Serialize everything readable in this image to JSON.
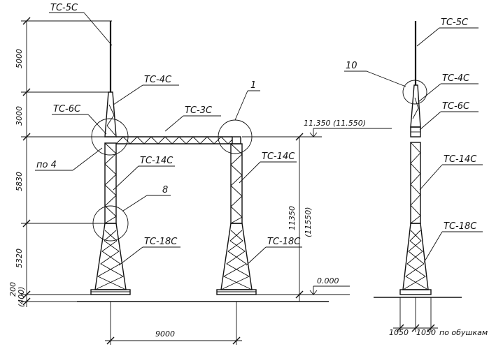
{
  "labels": {
    "tc5c_left": "ТС-5С",
    "tc4c_left": "ТС-4С",
    "tc6c_left": "ТС-6С",
    "tc3c": "ТС-3С",
    "callout_1": "1",
    "elev_top": "11.350 (11.550)",
    "po4": "по 4",
    "tc14c_left": "ТС-14С",
    "tc14c_mid": "ТС-14С",
    "callout_8": "8",
    "tc18c_left": "ТС-18С",
    "tc18c_mid": "ТС-18С",
    "elev_zero": "0.000",
    "callout_10": "10",
    "tc5c_right": "ТС-5С",
    "tc4c_right": "ТС-4С",
    "tc6c_right": "ТС-6С",
    "tc14c_right": "ТС-14С",
    "tc18c_right": "ТС-18С"
  },
  "dimensions": {
    "d5000": "5000",
    "d3000": "3000",
    "d5830": "5830",
    "d5320": "5320",
    "d200": "200",
    "d400": "(400)",
    "d11350": "11350",
    "d11550": "(11550)",
    "d9000": "9000",
    "d1050a": "1050",
    "d1050b": "1050",
    "po_obushkam": "по обушкам"
  }
}
